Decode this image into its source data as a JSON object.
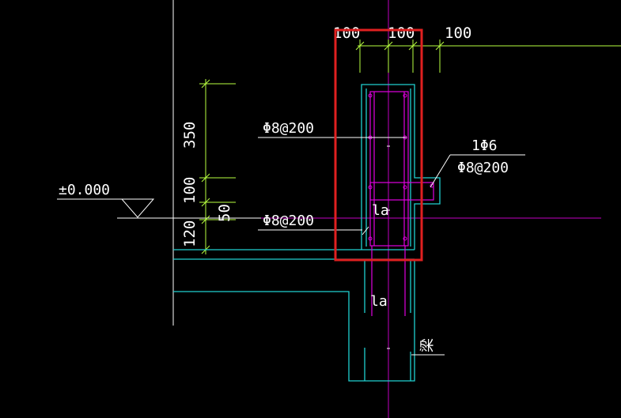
{
  "colors": {
    "background": "#000000",
    "axis": "#c000c0",
    "rebar": "#e000e0",
    "concrete_outline": "#20d0d0",
    "dimension": "#b8ff40",
    "wall_line": "#ffffff",
    "highlight_box": "#e02020",
    "text": "#ffffff"
  },
  "dimensions": {
    "top": [
      "100",
      "100",
      "100"
    ],
    "vertical": [
      "350",
      "100",
      "50",
      "120"
    ]
  },
  "elevation": {
    "label": "±0.000"
  },
  "annotations": {
    "rebar_upper": "Φ8@200",
    "rebar_lower": "Φ8@200",
    "corner_bar": "1Φ6",
    "corner_stirrup": "Φ8@200",
    "anchorage_upper": "la",
    "anchorage_lower": "la",
    "beam": "梁"
  }
}
